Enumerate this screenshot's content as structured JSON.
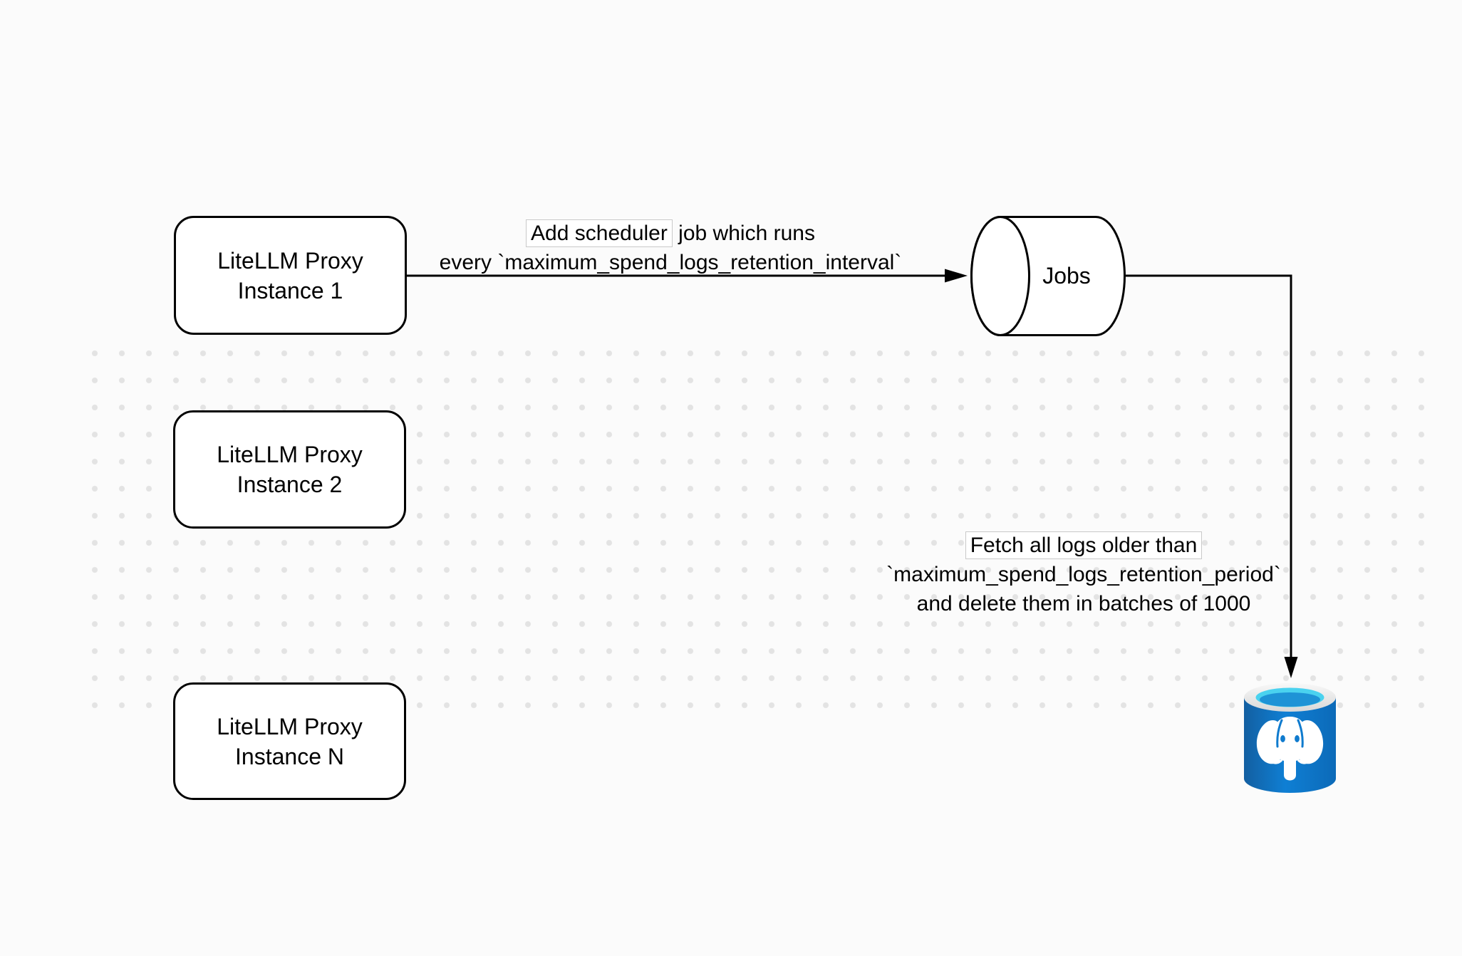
{
  "canvas": {
    "background_color": "#fbfbfb",
    "dot_color": "#e3e3e3",
    "shape_stroke_color": "#000000",
    "shape_fill_color": "#ffffff",
    "label_box_border_color": "#c9c9c9"
  },
  "nodes": {
    "instance1": {
      "line1": "LiteLLM Proxy",
      "line2": "Instance 1"
    },
    "instance2": {
      "line1": "LiteLLM Proxy",
      "line2": "Instance 2"
    },
    "instanceN": {
      "line1": "LiteLLM Proxy",
      "line2": "Instance N"
    },
    "jobs": {
      "label": "Jobs"
    }
  },
  "edges": {
    "scheduler": {
      "line1_boxed": "Add scheduler",
      "line1_rest": " job which runs",
      "line2": "every `maximum_spend_logs_retention_interval`"
    },
    "fetch": {
      "line1": "Fetch all logs older than",
      "line2": "`maximum_spend_logs_retention_period`",
      "line3": "and delete them in batches of 1000"
    }
  },
  "icons": {
    "postgres_database": {
      "name": "postgres-database-icon",
      "body_blue_left": "#135fa1",
      "body_blue_mid": "#0f7fd4",
      "body_blue_right": "#0c6ab8",
      "rim_color": "#ececec",
      "inner_cyan": "#4ad2ef",
      "inner_blue": "#1e93d6",
      "elephant_color": "#ffffff"
    },
    "jobs_cylinder": {
      "name": "jobs-queue-cylinder"
    }
  }
}
